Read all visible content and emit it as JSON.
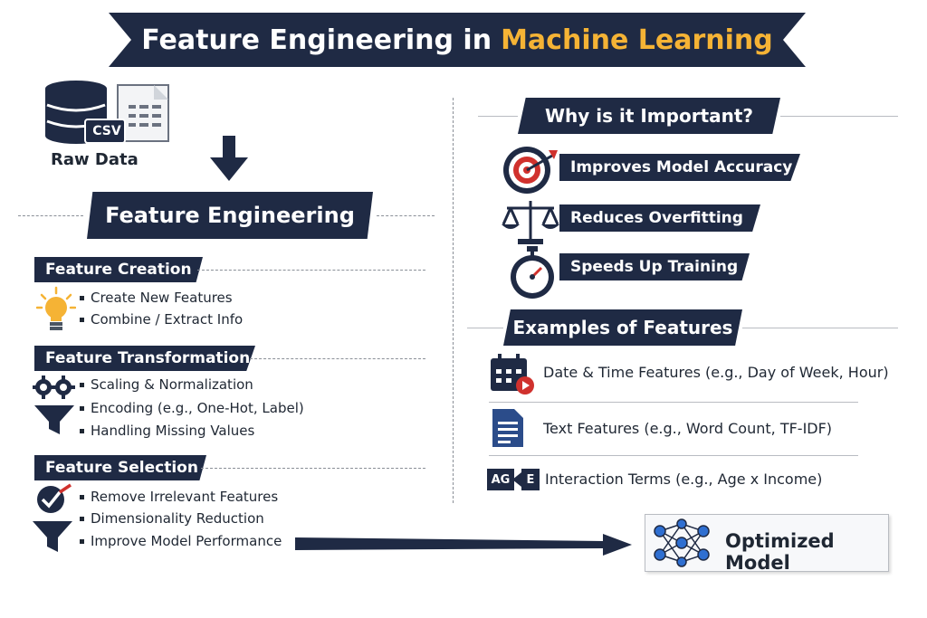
{
  "title": {
    "part1": "Feature Engineering in",
    "part2": "Machine Learning"
  },
  "raw_data": {
    "badge": "CSV",
    "label": "Raw Data"
  },
  "main_label": "Feature Engineering",
  "sections": [
    {
      "title": "Feature Creation",
      "items": [
        "Create New Features",
        "Combine / Extract Info"
      ],
      "icon": "lightbulb-icon"
    },
    {
      "title": "Feature Transformation",
      "items": [
        "Scaling & Normalization",
        "Encoding (e.g., One-Hot, Label)",
        "Handling Missing Values"
      ],
      "icon": "gears-funnel-icon"
    },
    {
      "title": "Feature Selection",
      "items": [
        "Remove Irrelevant Features",
        "Dimensionality Reduction",
        "Improve Model Performance"
      ],
      "icon": "check-funnel-icon"
    }
  ],
  "importance": {
    "title": "Why is it Important?",
    "items": [
      {
        "label": "Improves Model Accuracy",
        "icon": "target-icon"
      },
      {
        "label": "Reduces Overfitting",
        "icon": "scale-icon"
      },
      {
        "label": "Speeds Up Training",
        "icon": "stopwatch-icon"
      }
    ]
  },
  "examples": {
    "title": "Examples of Features",
    "items": [
      {
        "label": "Date & Time Features (e.g., Day of Week, Hour)",
        "icon": "calendar-icon"
      },
      {
        "label": "Text Features (e.g., Word Count, TF-IDF)",
        "icon": "document-icon"
      },
      {
        "label": "Interaction Terms (e.g., Age x Income)",
        "icon": "interaction-icon",
        "icon_text": [
          "AG",
          "E"
        ]
      }
    ]
  },
  "result": {
    "label": "Optimized Model",
    "icon": "neural-network-icon"
  },
  "colors": {
    "navy": "#1f2a44",
    "accent": "#f5b335",
    "red": "#d0312d"
  }
}
